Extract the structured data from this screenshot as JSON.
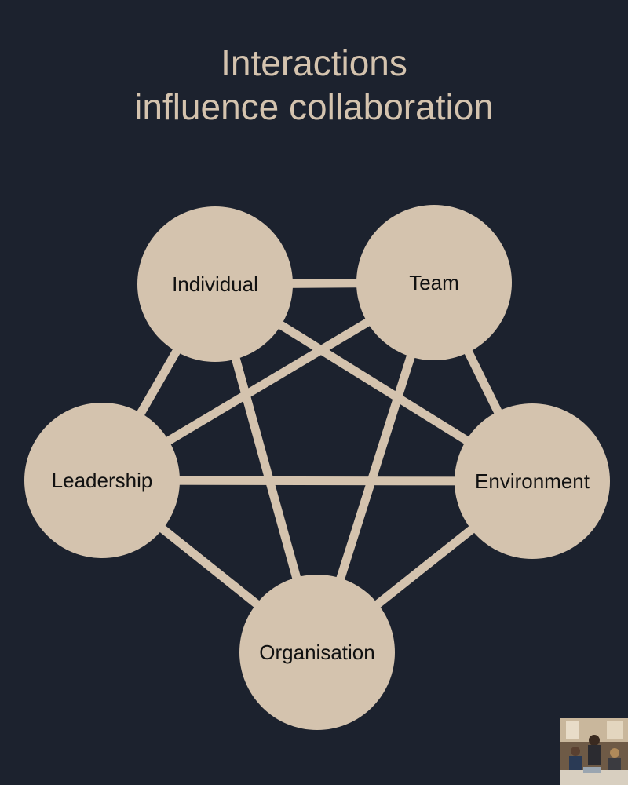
{
  "title": {
    "line1": "Interactions",
    "line2": "influence collaboration"
  },
  "diagram": {
    "nodes": [
      {
        "id": "individual",
        "label": "Individual"
      },
      {
        "id": "team",
        "label": "Team"
      },
      {
        "id": "environment",
        "label": "Environment"
      },
      {
        "id": "organisation",
        "label": "Organisation"
      },
      {
        "id": "leadership",
        "label": "Leadership"
      }
    ],
    "edges": [
      [
        "individual",
        "team"
      ],
      [
        "individual",
        "environment"
      ],
      [
        "individual",
        "organisation"
      ],
      [
        "individual",
        "leadership"
      ],
      [
        "team",
        "environment"
      ],
      [
        "team",
        "organisation"
      ],
      [
        "team",
        "leadership"
      ],
      [
        "environment",
        "organisation"
      ],
      [
        "environment",
        "leadership"
      ],
      [
        "organisation",
        "leadership"
      ]
    ],
    "colors": {
      "background": "#1c222e",
      "node_fill": "#d4c3ae",
      "edge": "#d4c3ae",
      "label": "#111111"
    }
  },
  "thumbnail": {
    "icon": "meeting-photo-thumbnail"
  }
}
